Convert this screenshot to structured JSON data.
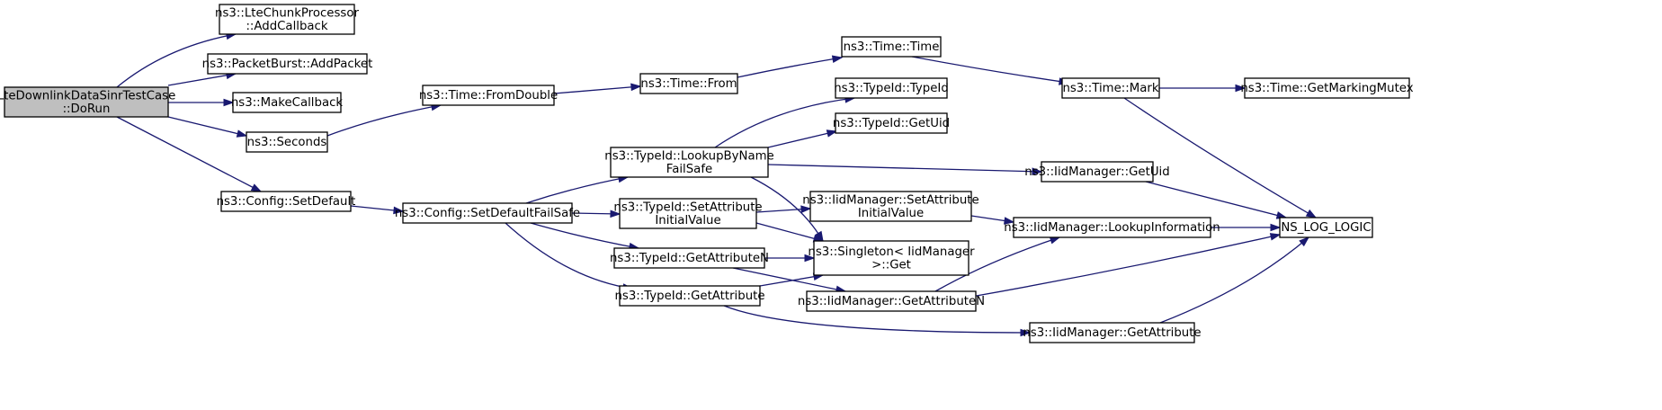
{
  "graph": {
    "nodes": [
      {
        "id": "root",
        "lines": [
          "LteDownlinkDataSinrTestCase",
          "::DoRun"
        ],
        "root": true
      },
      {
        "id": "addcb",
        "lines": [
          "ns3::LteChunkProcessor",
          "::AddCallback"
        ]
      },
      {
        "id": "addpkt",
        "lines": [
          "ns3::PacketBurst::AddPacket"
        ]
      },
      {
        "id": "makecb",
        "lines": [
          "ns3::MakeCallback"
        ]
      },
      {
        "id": "seconds",
        "lines": [
          "ns3::Seconds"
        ]
      },
      {
        "id": "setdefault",
        "lines": [
          "ns3::Config::SetDefault"
        ]
      },
      {
        "id": "fromdouble",
        "lines": [
          "ns3::Time::FromDouble"
        ]
      },
      {
        "id": "from",
        "lines": [
          "ns3::Time::From"
        ]
      },
      {
        "id": "time",
        "lines": [
          "ns3::Time::Time"
        ]
      },
      {
        "id": "mark",
        "lines": [
          "ns3::Time::Mark"
        ]
      },
      {
        "id": "getmarkingmutex",
        "lines": [
          "ns3::Time::GetMarkingMutex"
        ]
      },
      {
        "id": "typeidctor",
        "lines": [
          "ns3::TypeId::TypeId"
        ]
      },
      {
        "id": "typeidgetuid",
        "lines": [
          "ns3::TypeId::GetUid"
        ]
      },
      {
        "id": "lookupbyname",
        "lines": [
          "ns3::TypeId::LookupByName",
          "FailSafe"
        ]
      },
      {
        "id": "setdefaultfailsafe",
        "lines": [
          "ns3::Config::SetDefaultFailSafe"
        ]
      },
      {
        "id": "setattrinit",
        "lines": [
          "ns3::TypeId::SetAttribute",
          "InitialValue"
        ]
      },
      {
        "id": "getattrn",
        "lines": [
          "ns3::TypeId::GetAttributeN"
        ]
      },
      {
        "id": "getattr",
        "lines": [
          "ns3::TypeId::GetAttribute"
        ]
      },
      {
        "id": "iidgetuid",
        "lines": [
          "ns3::IidManager::GetUid"
        ]
      },
      {
        "id": "iidsetattrinit",
        "lines": [
          "ns3::IidManager::SetAttribute",
          "InitialValue"
        ]
      },
      {
        "id": "singleton",
        "lines": [
          "ns3::Singleton< IidManager",
          ">::Get"
        ]
      },
      {
        "id": "iidgetattrn",
        "lines": [
          "ns3::IidManager::GetAttributeN"
        ]
      },
      {
        "id": "iidlookupinfo",
        "lines": [
          "ns3::IidManager::LookupInformation"
        ]
      },
      {
        "id": "iidgetattr",
        "lines": [
          "ns3::IidManager::GetAttribute"
        ]
      },
      {
        "id": "nslog",
        "lines": [
          "NS_LOG_LOGIC"
        ]
      }
    ],
    "edges": [
      {
        "from": "root",
        "to": "addcb"
      },
      {
        "from": "root",
        "to": "addpkt"
      },
      {
        "from": "root",
        "to": "makecb"
      },
      {
        "from": "root",
        "to": "seconds"
      },
      {
        "from": "root",
        "to": "setdefault"
      },
      {
        "from": "seconds",
        "to": "fromdouble"
      },
      {
        "from": "fromdouble",
        "to": "from"
      },
      {
        "from": "from",
        "to": "time"
      },
      {
        "from": "time",
        "to": "mark"
      },
      {
        "from": "mark",
        "to": "getmarkingmutex"
      },
      {
        "from": "mark",
        "to": "nslog"
      },
      {
        "from": "setdefault",
        "to": "setdefaultfailsafe"
      },
      {
        "from": "setdefaultfailsafe",
        "to": "lookupbyname"
      },
      {
        "from": "setdefaultfailsafe",
        "to": "setattrinit"
      },
      {
        "from": "setdefaultfailsafe",
        "to": "getattrn"
      },
      {
        "from": "setdefaultfailsafe",
        "to": "getattr"
      },
      {
        "from": "lookupbyname",
        "to": "typeidctor"
      },
      {
        "from": "lookupbyname",
        "to": "typeidgetuid"
      },
      {
        "from": "lookupbyname",
        "to": "iidgetuid"
      },
      {
        "from": "lookupbyname",
        "to": "singleton"
      },
      {
        "from": "setattrinit",
        "to": "iidsetattrinit"
      },
      {
        "from": "setattrinit",
        "to": "singleton"
      },
      {
        "from": "getattrn",
        "to": "singleton"
      },
      {
        "from": "getattrn",
        "to": "iidgetattrn"
      },
      {
        "from": "getattr",
        "to": "singleton"
      },
      {
        "from": "getattr",
        "to": "iidgetattr"
      },
      {
        "from": "iidgetuid",
        "to": "nslog"
      },
      {
        "from": "iidsetattrinit",
        "to": "iidlookupinfo"
      },
      {
        "from": "iidgetattrn",
        "to": "iidlookupinfo"
      },
      {
        "from": "iidgetattrn",
        "to": "nslog"
      },
      {
        "from": "iidlookupinfo",
        "to": "nslog"
      },
      {
        "from": "iidgetattr",
        "to": "nslog"
      }
    ]
  }
}
